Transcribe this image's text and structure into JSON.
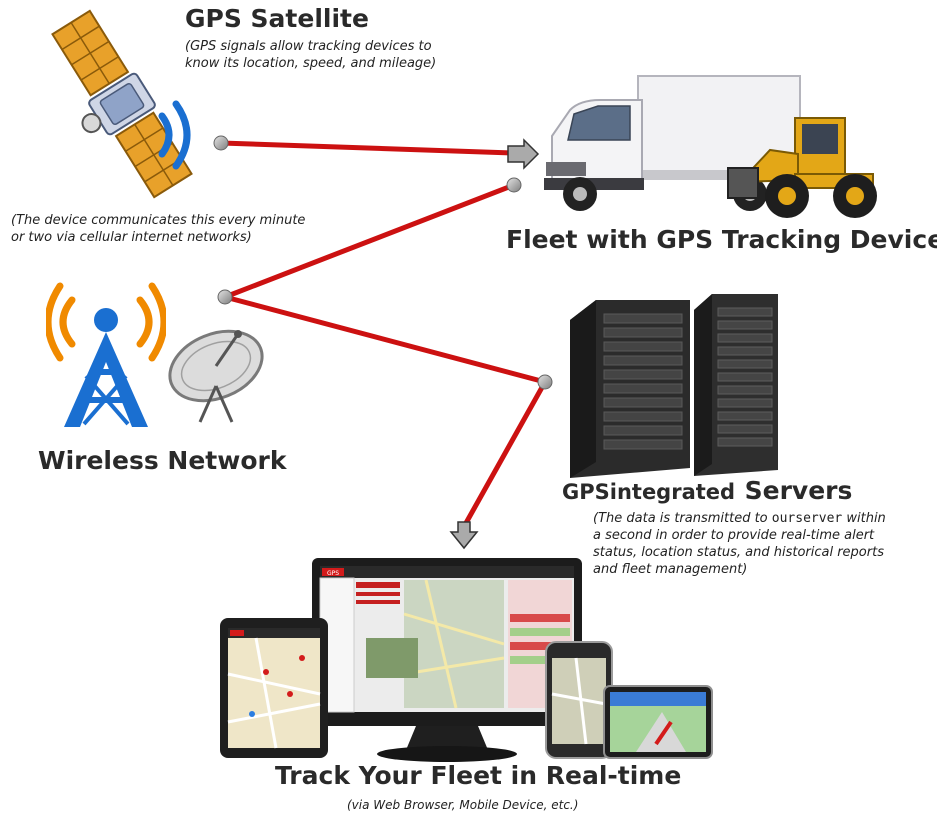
{
  "satellite": {
    "title": "GPS Satellite",
    "note_line1": "(GPS signals allow tracking devices to",
    "note_line2": "know its location, speed, and mileage)"
  },
  "cellular_note": {
    "line1": "(The device communicates this every minute",
    "line2": "or two via cellular internet networks)"
  },
  "fleet": {
    "title": "Fleet with GPS Tracking Device"
  },
  "wireless": {
    "title": "Wireless Network"
  },
  "servers": {
    "title_brand": "GPSintegrated",
    "title_word": "Servers",
    "note_line1_a": "(The data is transmitted to ",
    "note_line1_b": "ourserver",
    "note_line1_c": " within",
    "note_line2": "a second in order to provide real-time alert",
    "note_line3": "status, location status, and historical reports",
    "note_line4": "and fleet management)"
  },
  "track": {
    "title": "Track Your Fleet in Real-time",
    "subtitle": "(via Web Browser, Mobile Device, etc.)"
  },
  "screens": {
    "brand": "GPS"
  },
  "colors": {
    "wire": "#cc1111",
    "node": "#9a9a9a",
    "satellite_panel": "#e8a12a",
    "signal_blue": "#1a6fd1",
    "signal_orange": "#f08a00",
    "truck_yellow": "#e3a717",
    "server_dark": "#2b2b2b"
  }
}
